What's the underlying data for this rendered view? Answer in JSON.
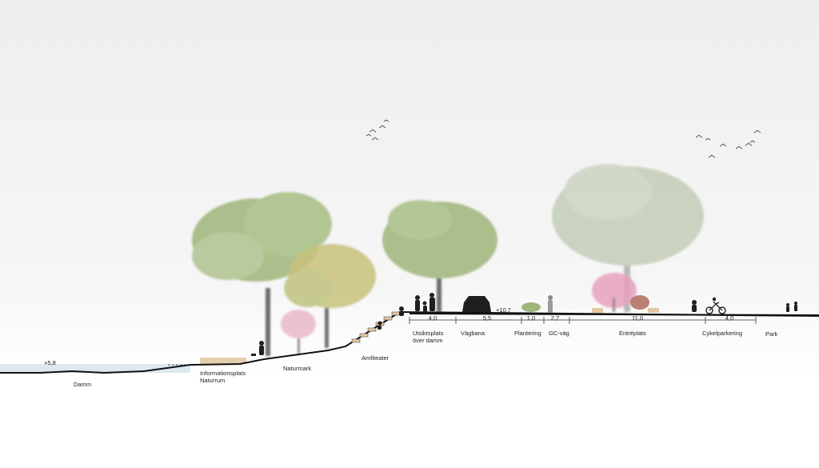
{
  "elevations": {
    "water": "+5,8",
    "street": "+10,7"
  },
  "zones": {
    "damm": "Damm",
    "info_line1": "Informationsplats",
    "info_line2": "Naturrum",
    "naturmark": "Naturmark",
    "amfiteater": "Amfiteater",
    "utsikt_line1": "Utsiktsplats",
    "utsikt_line2": "över damm",
    "vagbana": "Vägbana",
    "plantering": "Plantering",
    "gc_vag": "GC-väg",
    "entreplats": "Entréplats",
    "cykel": "Cykelparkering",
    "park": "Park"
  },
  "dimensions": {
    "utsikt": "4,0",
    "vagbana": "5,5",
    "plantering": "1,0",
    "gc_vag": "2,7",
    "entreplats": "11,0",
    "cykel": "4,0"
  },
  "colors": {
    "sky_top": "#f2f2f2",
    "sky_bottom": "#ffffff",
    "water": "#d6e6ec",
    "ground_line": "#111111",
    "tree_green": "#9fb57a",
    "tree_yellow": "#c9c27c",
    "tree_pink": "#e8a7c0",
    "wood": "#e2c9a4"
  }
}
